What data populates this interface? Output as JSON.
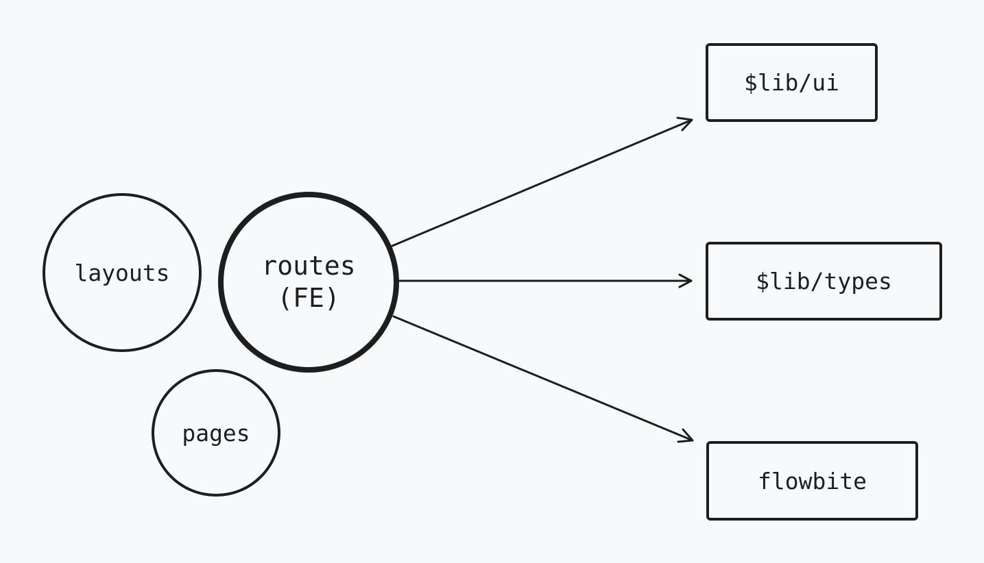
{
  "diagram": {
    "colors": {
      "background": "#f8f9fa",
      "stroke": "#1e1e1e"
    },
    "nodes": {
      "layouts": {
        "label": "layouts"
      },
      "routes": {
        "line1": "routes",
        "line2": "(FE)"
      },
      "pages": {
        "label": "pages"
      },
      "lib_ui": {
        "label": "$lib/ui"
      },
      "lib_types": {
        "label": "$lib/types"
      },
      "flowbite": {
        "label": "flowbite"
      }
    },
    "edges": [
      {
        "from": "routes",
        "to": "lib_ui",
        "arrow": "end"
      },
      {
        "from": "routes",
        "to": "lib_types",
        "arrow": "end"
      },
      {
        "from": "routes",
        "to": "flowbite",
        "arrow": "end"
      }
    ]
  }
}
